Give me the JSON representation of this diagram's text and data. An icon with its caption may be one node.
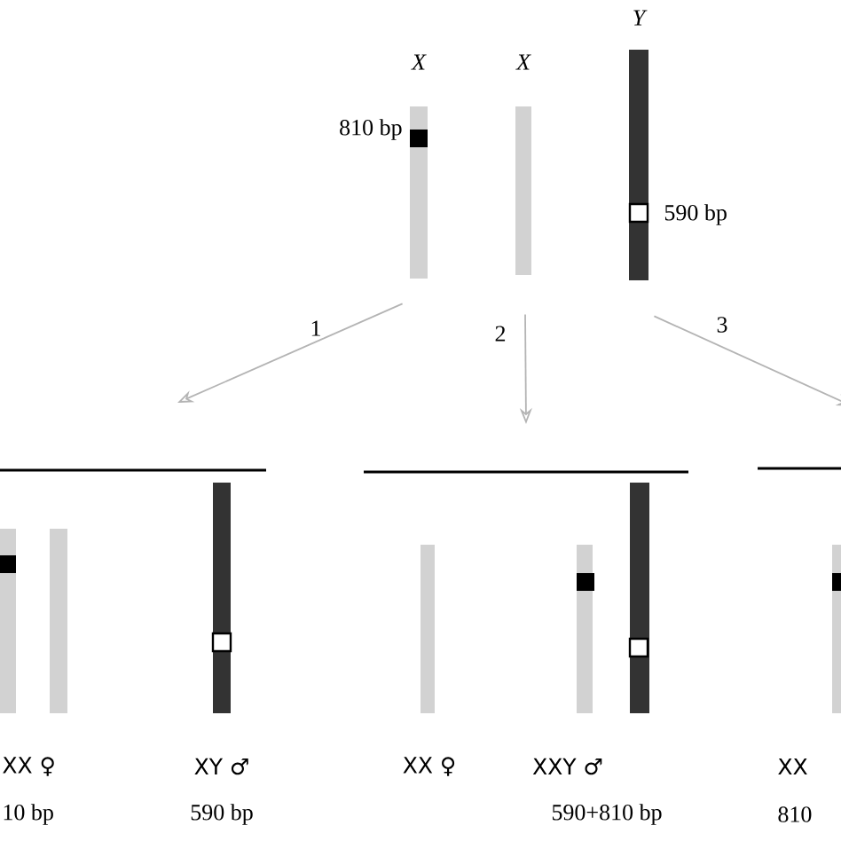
{
  "diagram": {
    "nodes": [
      {
        "text": [
          "X"
        ],
        "beside": [
          "810 bp"
        ]
      },
      {
        "text": [
          "X"
        ]
      },
      {
        "text": [
          "Y"
        ],
        "beside": [
          "590 bp"
        ]
      },
      {
        "text": [],
        "shape": "bar"
      },
      {
        "text": [],
        "shape": "bar"
      },
      {
        "text": [],
        "shape": "bar"
      }
    ],
    "edges": [
      {
        "from": 0,
        "to": 3,
        "arrow": "to",
        "label": "1"
      },
      {
        "from": 1,
        "to": 4,
        "arrow": "to",
        "label": "2"
      },
      {
        "from": 2,
        "to": 5,
        "arrow": "to",
        "label": "3"
      }
    ],
    "labels": [
      "XX ♀",
      "10 bp",
      "XY ♂",
      "590 bp",
      "XX ♀",
      "XXY ♂",
      "590+810 bp",
      "XX",
      "810"
    ]
  }
}
